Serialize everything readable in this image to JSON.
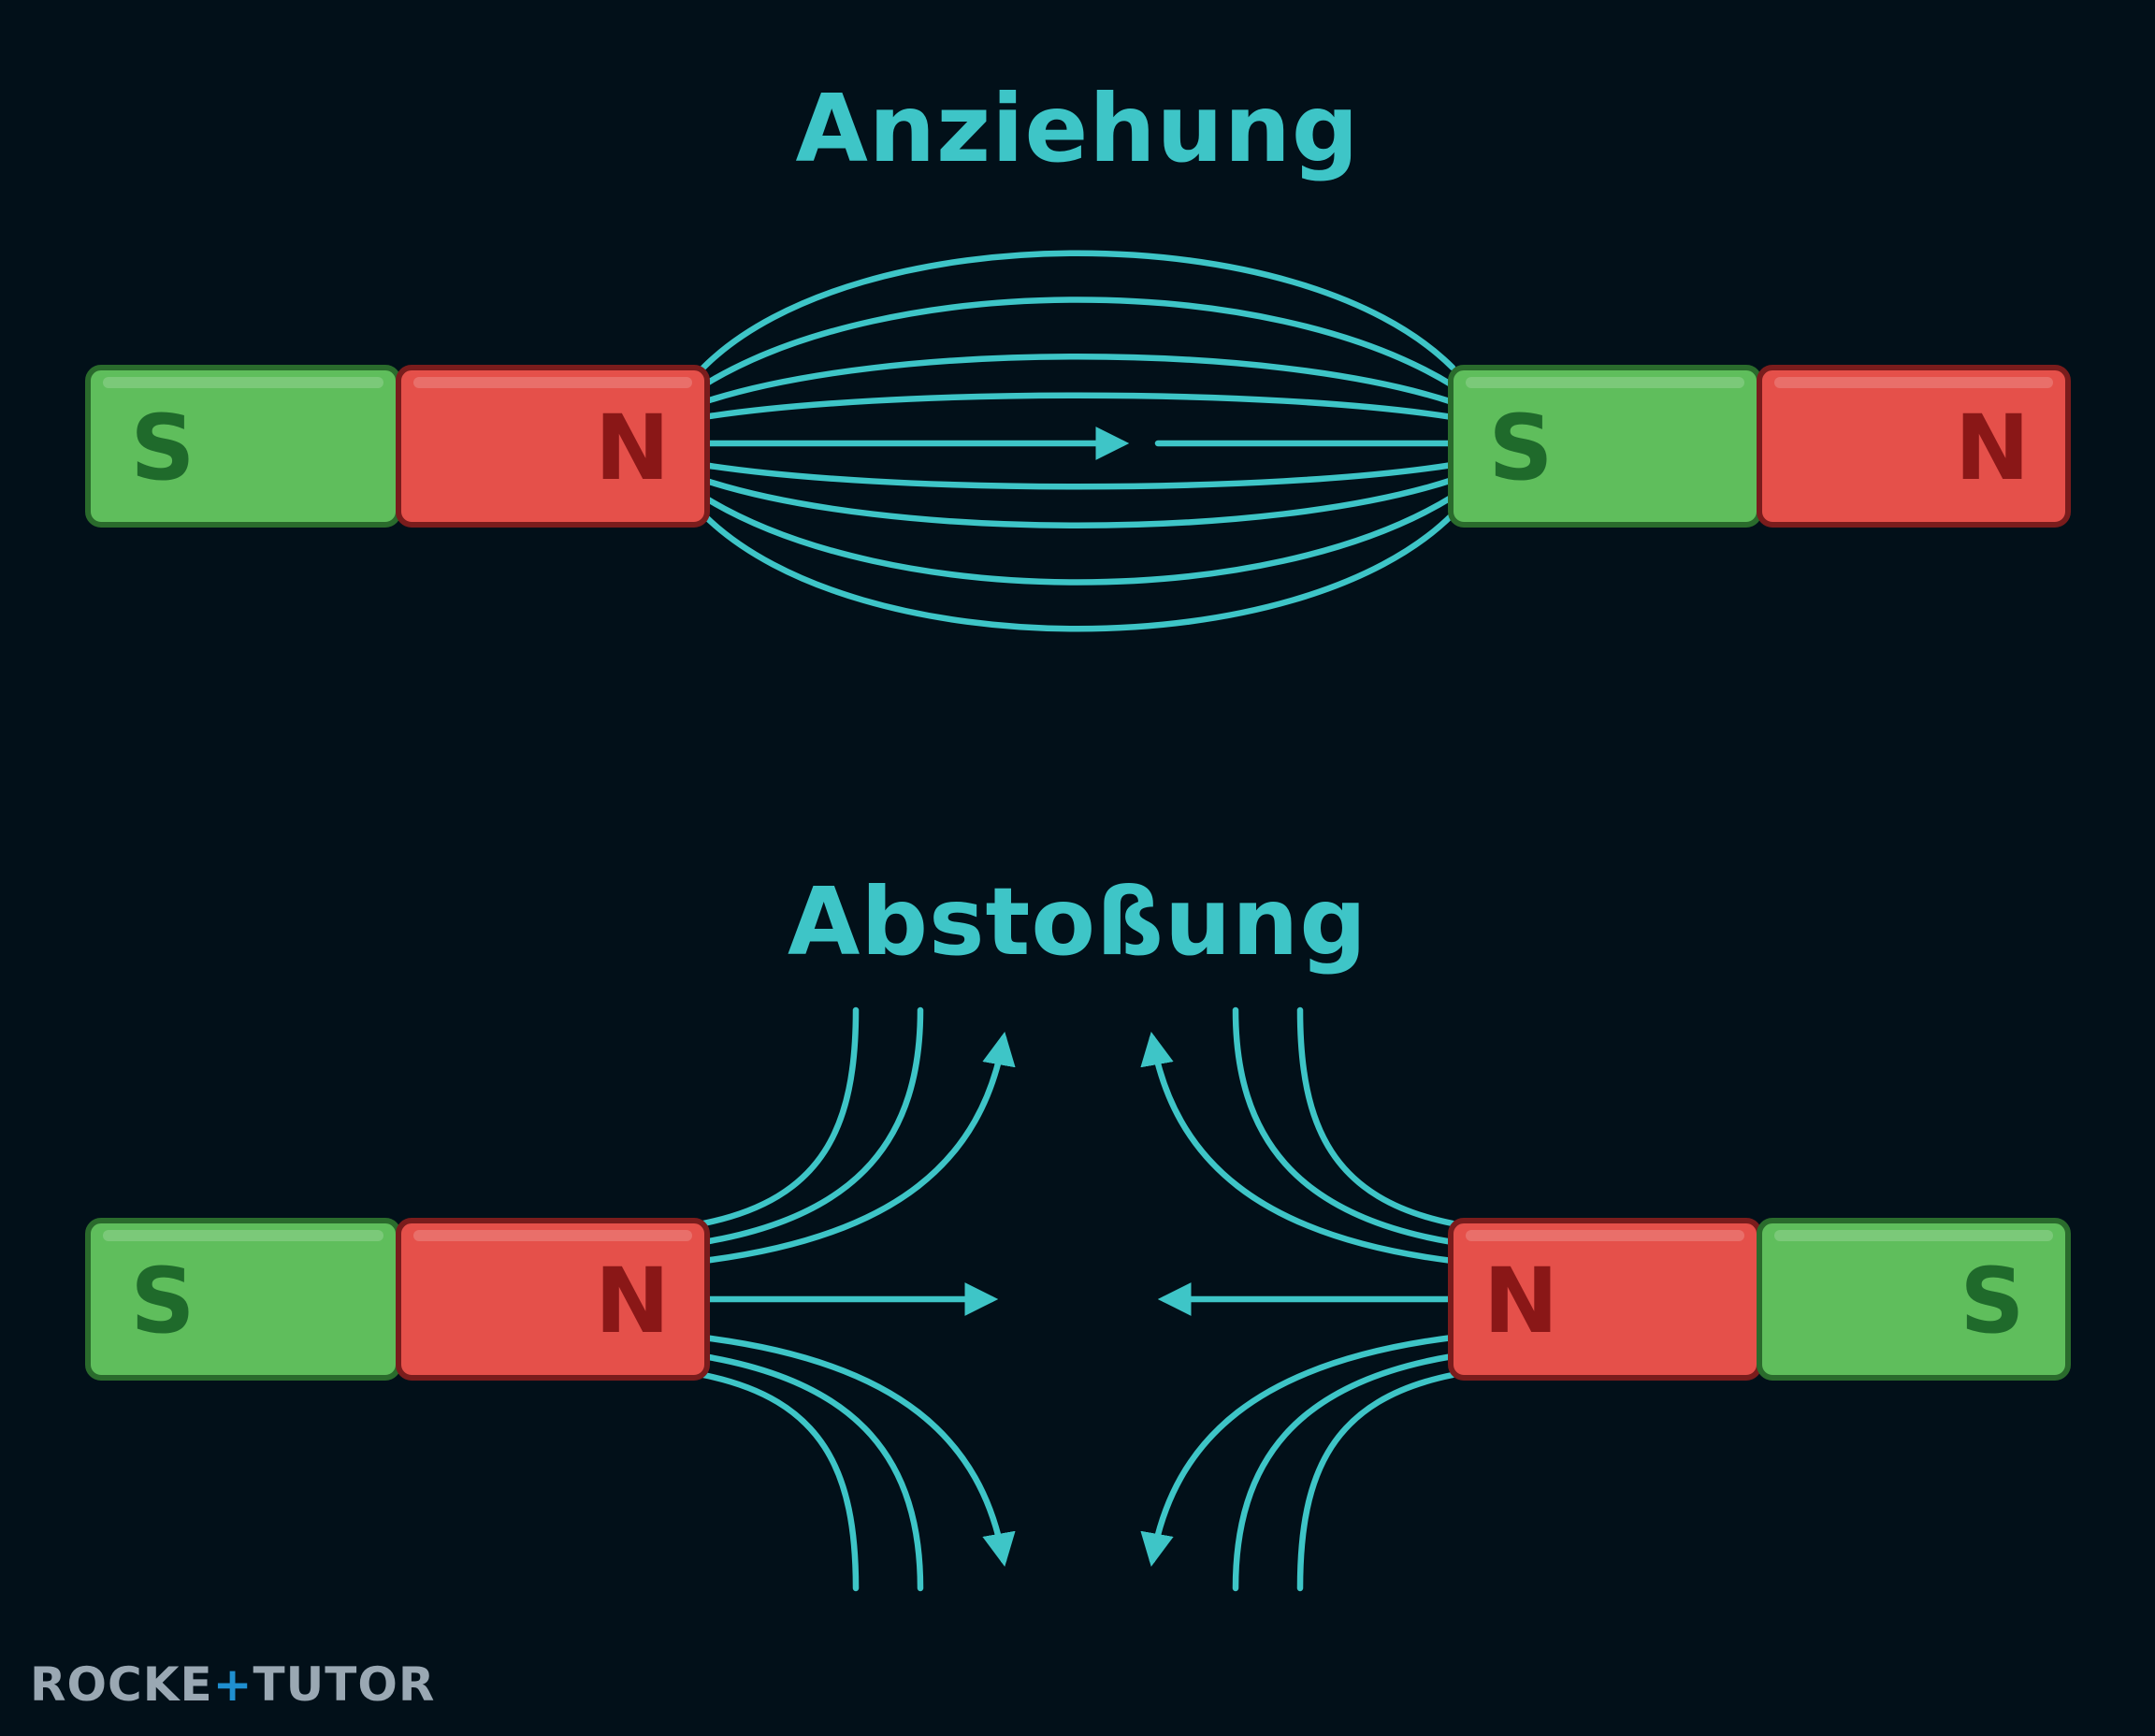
{
  "colors": {
    "background": "#021019",
    "field_line": "#3ec5c7",
    "title": "#3ec5c7",
    "south_pole_fill": "#5fbe5c",
    "south_pole_border": "#2a6b2c",
    "south_pole_letter": "#1f6a2b",
    "north_pole_fill": "#e5504a",
    "north_pole_border": "#7a1c1c",
    "north_pole_letter": "#8a1717",
    "logo_text": "#9aa8b3",
    "logo_accent": "#1f8fd0"
  },
  "attraction": {
    "title": "Anziehung",
    "left_magnet": {
      "left_pole": "S",
      "right_pole": "N"
    },
    "right_magnet": {
      "left_pole": "S",
      "right_pole": "N"
    }
  },
  "repulsion": {
    "title": "Abstoßung",
    "left_magnet": {
      "left_pole": "S",
      "right_pole": "N"
    },
    "right_magnet": {
      "left_pole": "N",
      "right_pole": "S"
    }
  },
  "logo": {
    "part1": "ROCKE",
    "part2": "TUTO",
    "part3": "R"
  }
}
